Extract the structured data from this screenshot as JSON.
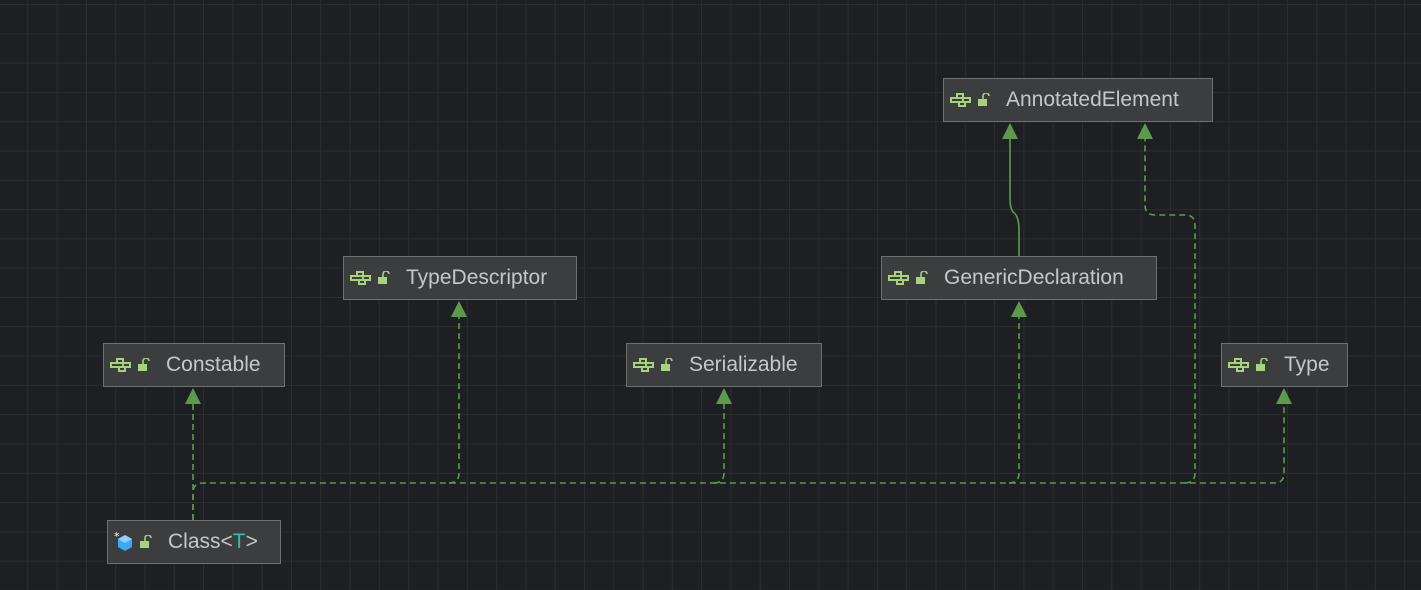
{
  "nodes": [
    {
      "id": "annotated",
      "name": "AnnotatedElement",
      "kind": "interface"
    },
    {
      "id": "typedesc",
      "name": "TypeDescriptor",
      "kind": "interface"
    },
    {
      "id": "generic",
      "name": "GenericDeclaration",
      "kind": "interface"
    },
    {
      "id": "constable",
      "name": "Constable",
      "kind": "interface"
    },
    {
      "id": "serializable",
      "name": "Serializable",
      "kind": "interface"
    },
    {
      "id": "type",
      "name": "Type",
      "kind": "interface"
    },
    {
      "id": "class",
      "name": "Class",
      "type_param_open": "<",
      "type_param": "T",
      "type_param_close": ">",
      "kind": "class"
    }
  ],
  "colors": {
    "edge": "#5e9a4c",
    "interface_icon": "#a8d37c",
    "class_icon": "#3fa9f5",
    "type_param": "#2fbfa8"
  }
}
